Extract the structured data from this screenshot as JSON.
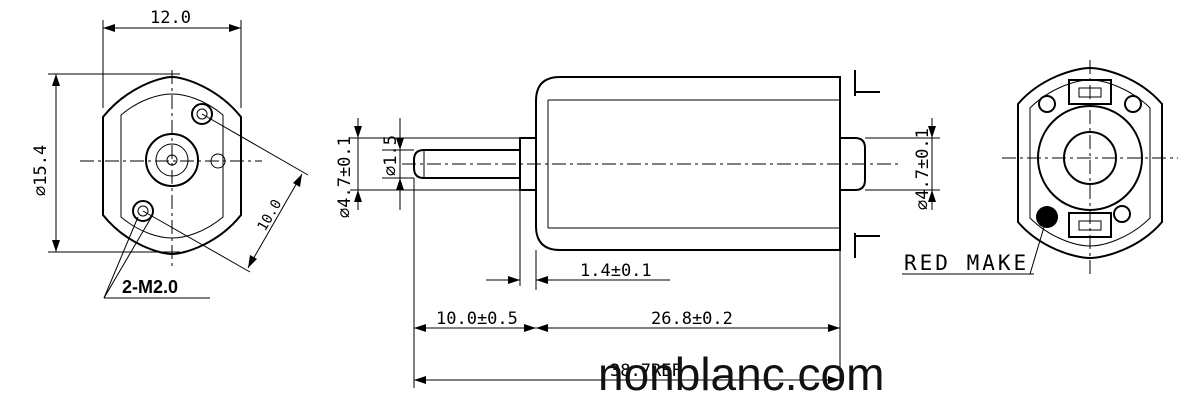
{
  "front_view": {
    "width_label": "12.0",
    "diameter_label": "∅15.4",
    "hole_spacing_label": "10.0",
    "holes_label": "2-M2.0"
  },
  "side_view": {
    "shaft_end_diameter_label": "∅4.7±0.1",
    "shaft_diameter_label": "∅1.5",
    "shaft_label_bold": "ϕ1",
    "rear_boss_diameter_label": "∅4.7±0.1",
    "boss_length_label": "1.4±0.1",
    "shaft_length_label": "10.0±0.5",
    "body_length_label": "26.8±0.2",
    "overall_length_label": "38.7REF"
  },
  "rear_view": {
    "red_mark_label": "RED MAKE"
  },
  "watermark": "nonblanc.com"
}
